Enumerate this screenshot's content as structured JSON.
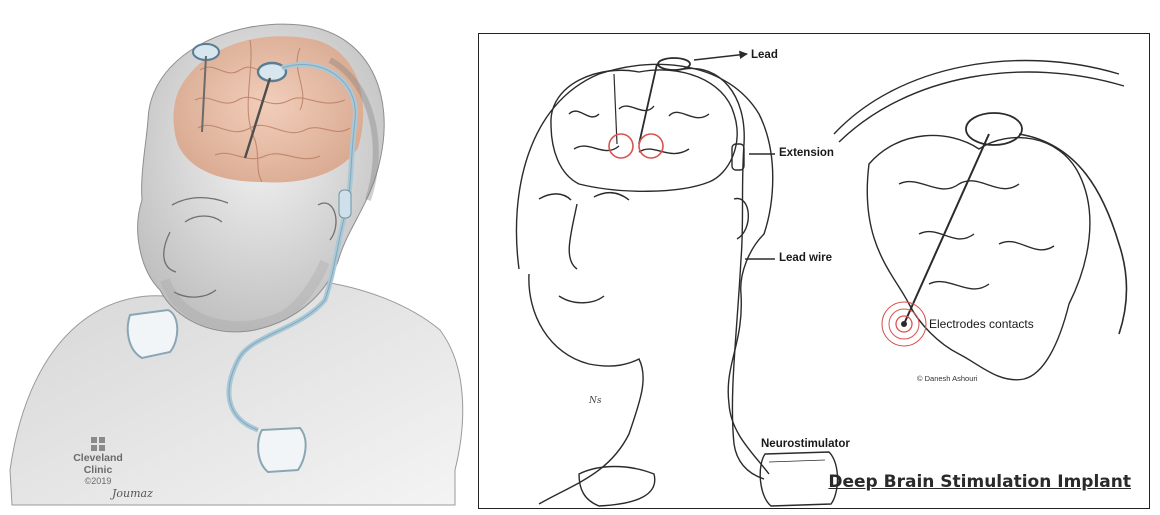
{
  "left_panel": {
    "logo_name_line1": "Cleveland",
    "logo_name_line2": "Clinic",
    "logo_year": "©2019",
    "artist_signature": "Joumaz"
  },
  "right_panel": {
    "labels": {
      "lead": "Lead",
      "extension": "Extension",
      "lead_wire": "Lead wire",
      "neurostimulator": "Neurostimulator",
      "electrodes": "Electrodes contacts"
    },
    "copyright": "© Danesh Ashouri",
    "title": "Deep Brain Stimulation Implant",
    "small_signature": "Ns"
  },
  "colors": {
    "lead_tube": "#a9c8d8",
    "brain": "#e9b8a0",
    "outline": "#2b2b2b",
    "target_circle": "#d9534f"
  },
  "icons": {
    "logo": "cleveland-clinic-cross-icon"
  }
}
